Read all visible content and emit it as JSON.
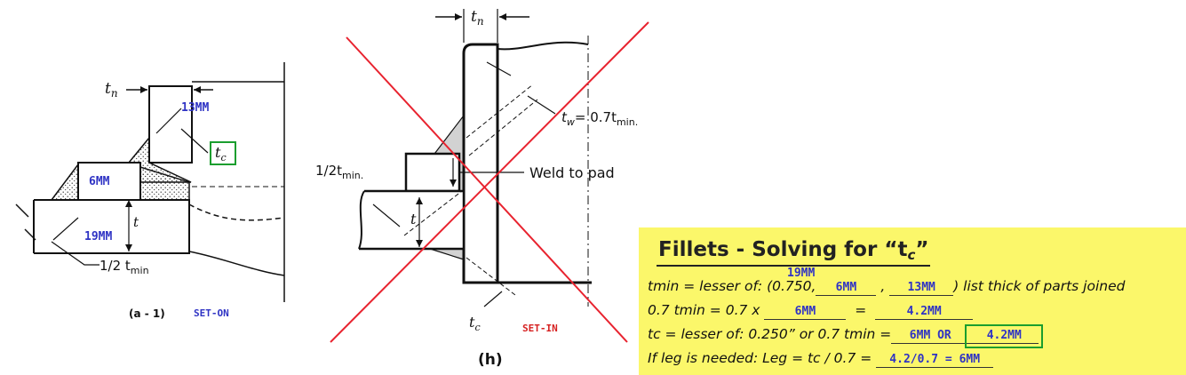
{
  "figure_a": {
    "tn_label": "t",
    "tn_sub": "n",
    "nozzle_thk": "13MM",
    "tc_label": "t",
    "tc_sub": "c",
    "pad_thk": "6MM",
    "t_label": "t",
    "shell_thk": "19MM",
    "half_tmin": "1/2 t",
    "half_tmin_sub": "min",
    "caption": "(a - 1)",
    "tag": "SET-ON"
  },
  "figure_h": {
    "tn_label": "t",
    "tn_sub": "n",
    "tw_label": "t",
    "tw_sub": "w",
    "tw_eq": "= 0.7t",
    "tw_eq_sub": "min.",
    "half_tmin": "1/2t",
    "half_tmin_sub": "min.",
    "weld_to_pad": "Weld to pad",
    "t_label": "t",
    "tc_label": "t",
    "tc_sub": "c",
    "caption": "(h)",
    "tag": "SET-IN"
  },
  "note": {
    "title": "Fillets - Solving for  “t",
    "title_sub": "c",
    "title_end": "”",
    "above_fill": "19MM",
    "row1_prefix": "tmin = lesser of:  (0.750,",
    "row1_fill1": "6MM",
    "row1_fill2": "13MM",
    "row1_suffix": ")  list thick of parts joined",
    "row2_prefix": "0.7 tmin = 0.7 x",
    "row2_fill1": "6MM",
    "row2_eq": "=",
    "row2_fill2": "4.2MM",
    "row3_prefix": "tc  =  lesser of:  0.250” or 0.7 tmin  =",
    "row3_fill1": "6MM OR",
    "row3_fill2": "4.2MM",
    "row4_prefix": "If leg is needed:   Leg  =  tc / 0.7   =",
    "row4_fill": "4.2/0.7 = 6MM"
  },
  "colors": {
    "blue": "#2f33c4",
    "red_tag": "#d62020",
    "cross": "#e8232f",
    "highlight_box": "#1a9e2e",
    "note_bg": "#fbf76a"
  }
}
